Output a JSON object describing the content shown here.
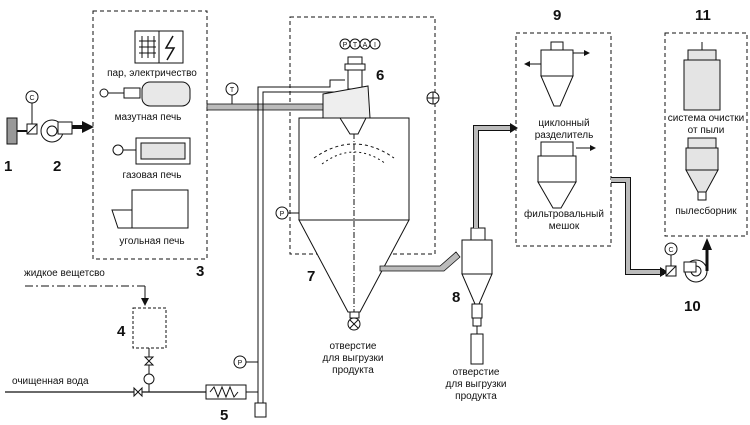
{
  "numbers": {
    "n1": "1",
    "n2": "2",
    "n3": "3",
    "n4": "4",
    "n5": "5",
    "n6": "6",
    "n7": "7",
    "n8": "8",
    "n9": "9",
    "n10": "10",
    "n11": "11"
  },
  "labels": {
    "steam_electric": "пар, электричество",
    "oil_furnace": "мазутная печь",
    "gas_furnace": "газовая печь",
    "coal_furnace": "угольная печь",
    "liquid": "жидкое вещетсво",
    "clean_water": "очищенная вода",
    "outlet7_line1": "отверстие",
    "outlet7_line2": "для выгрузки",
    "outlet7_line3": "продукта",
    "outlet8_line1": "отверстие",
    "outlet8_line2": "для выгрузки",
    "outlet8_line3": "продукта",
    "cyclone_line1": "циклонный",
    "cyclone_line2": "разделитель",
    "bag_line1": "фильтровальный",
    "bag_line2": "мешок",
    "dust_sys_line1": "система очистки",
    "dust_sys_line2": "от пыли",
    "dust_collector": "пылесборник"
  },
  "instrument_marks": {
    "c_fan1": "C",
    "c_fan10": "C",
    "t_duct": "T",
    "p_tank": "P",
    "p_pipe": "P",
    "top_p": "P",
    "top_t": "T",
    "top_a": "A",
    "top_i": "I"
  },
  "colors": {
    "line": "#111111",
    "duct_fill": "#bbbbbb",
    "panel_fill": "#e4e4e4"
  }
}
